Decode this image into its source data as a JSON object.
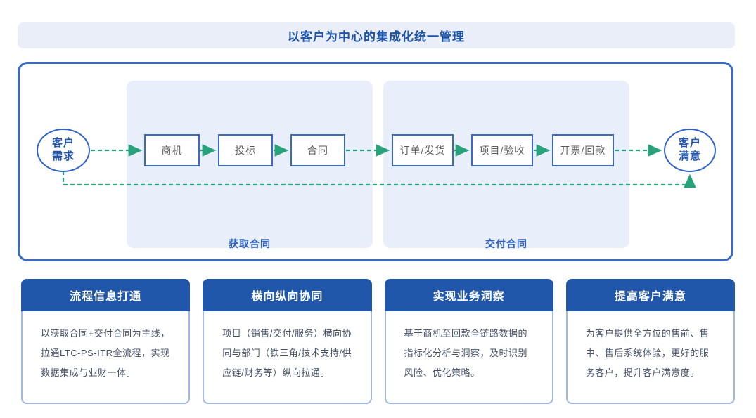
{
  "title": "以客户为中心的集成化统一管理",
  "flow": {
    "start": {
      "line1": "客户",
      "line2": "需求"
    },
    "end": {
      "line1": "客户",
      "line2": "满意"
    },
    "stages": [
      "商机",
      "投标",
      "合同",
      "订单/发货",
      "项目/验收",
      "开票/回款"
    ],
    "groups": [
      {
        "label": "获取合同"
      },
      {
        "label": "交付合同"
      }
    ]
  },
  "cards": [
    {
      "title": "流程信息打通",
      "body": "以获取合同+交付合同为主线，拉通LTC-PS-ITR全流程，实现数据集成与业财一体。"
    },
    {
      "title": "横向纵向协同",
      "body": "项目（销售/交付/服务）横向协同与部门（铁三角/技术支持/供应链/财务等）纵向拉通。"
    },
    {
      "title": "实现业务洞察",
      "body": "基于商机至回款全链路数据的指标化分析与洞察，及时识别风险、优化策略。"
    },
    {
      "title": "提高客户满意",
      "body": "为客户提供全方位的售前、售中、售后系统体验，更好的服务客户，提升客户满意度。"
    }
  ],
  "colors": {
    "banner_bg": "#e9eef8",
    "title_text": "#1d53a6",
    "container_border": "#3a6ac4",
    "panel_bg": "#e9effa",
    "box_border": "#3a6ac4",
    "circle_border": "#2f62c8",
    "arrow_green": "#27a27a",
    "card_header_bg": "#2057ab",
    "card_border": "#a3b8e0"
  }
}
